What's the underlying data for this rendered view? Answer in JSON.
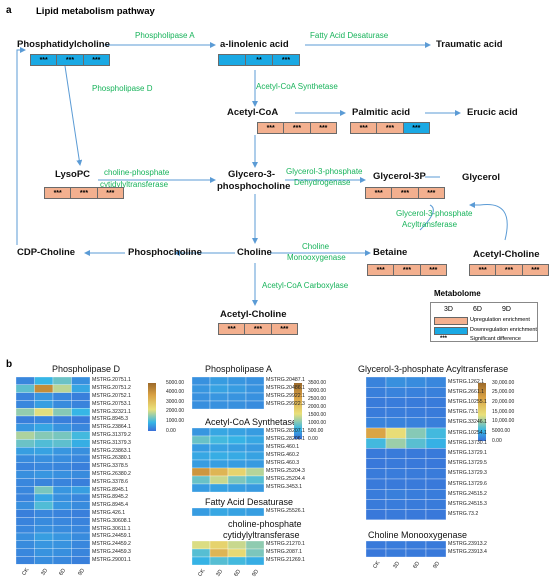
{
  "panel_a": {
    "label": "a",
    "title": "Lipid metabolism pathway",
    "nodes": {
      "phosphatidylcholine": "Phosphatidylcholine",
      "linolenic": "a-linolenic acid",
      "traumatic": "Traumatic acid",
      "acetylcoa": "Acetyl-CoA",
      "palmitic": "Palmitic acid",
      "erucic": "Erucic acid",
      "lysopc": "LysoPC",
      "glycero3pc_1": "Glycero-3-",
      "glycero3pc_2": "phosphocholine",
      "glycerol3p": "Glycerol-3P",
      "glycerol": "Glycerol",
      "cdpcholine": "CDP-Choline",
      "phosphocholine": "Phosphocholine",
      "choline": "Choline",
      "betaine": "Betaine",
      "acetylcholine_right": "Acetyl-Choline",
      "acetylcholine_bottom": "Acetyl-Choline"
    },
    "enzymes": {
      "phospholipase_a": "Phospholipase A",
      "fatty_acid_desaturase": "Fatty Acid Desaturase",
      "acetylcoa_synthetase": "Acetyl-CoA Synthetase",
      "phospholipase_d": "Phospholipase D",
      "cpct_1": "choline-phosphate",
      "cpct_2": "cytidylyltransferase",
      "g3pd_1": "Glycerol-3-phosphate",
      "g3pd_2": "Dehydrogenase",
      "g3pat_1": "Glycerol-3-phosphate",
      "g3pat_2": "Acyltransferase",
      "choline_mono_1": "Choline",
      "choline_mono_2": "Monooxygenase",
      "acetylcoa_carboxylase": "Acetyl-CoA Carboxylase"
    },
    "strips": {
      "phosphatidylcholine": [
        {
          "type": "down",
          "text": "***"
        },
        {
          "type": "down",
          "text": "***"
        },
        {
          "type": "down",
          "text": "***"
        }
      ],
      "linolenic": [
        {
          "type": "down",
          "text": ""
        },
        {
          "type": "down",
          "text": "**"
        },
        {
          "type": "down",
          "text": "***"
        }
      ],
      "acetylcoa": [
        {
          "type": "up",
          "text": "***"
        },
        {
          "type": "up",
          "text": "***"
        },
        {
          "type": "up",
          "text": "***"
        }
      ],
      "palmitic": [
        {
          "type": "up",
          "text": "***"
        },
        {
          "type": "up",
          "text": "***"
        },
        {
          "type": "down",
          "text": "***"
        }
      ],
      "lysopc": [
        {
          "type": "up",
          "text": "***"
        },
        {
          "type": "up",
          "text": "***"
        },
        {
          "type": "up",
          "text": "***"
        }
      ],
      "glycerol3p": [
        {
          "type": "up",
          "text": "***"
        },
        {
          "type": "up",
          "text": "***"
        },
        {
          "type": "up",
          "text": "***"
        }
      ],
      "betaine": [
        {
          "type": "up",
          "text": "***"
        },
        {
          "type": "up",
          "text": "***"
        },
        {
          "type": "up",
          "text": "***"
        }
      ],
      "acetylcholine_right": [
        {
          "type": "up",
          "text": "***"
        },
        {
          "type": "up",
          "text": "***"
        },
        {
          "type": "up",
          "text": "***"
        }
      ],
      "acetylcholine_bottom": [
        {
          "type": "up",
          "text": "***"
        },
        {
          "type": "up",
          "text": "***"
        },
        {
          "type": "up",
          "text": "***"
        }
      ]
    },
    "legend": {
      "title": "Metabolome",
      "days": [
        "3D",
        "6D",
        "9D"
      ],
      "up": "Upregulation enrichment",
      "down": "Downregulation enrichment",
      "stars": "***",
      "sig": "Significant difference"
    },
    "colors": {
      "up": "#f3b08f",
      "down": "#1aa9e4",
      "enzyme": "#17b35a",
      "arrow": "#5b9bd5"
    }
  },
  "panel_b": {
    "label": "b",
    "x_labels": [
      "CK",
      "3D",
      "6D",
      "9D"
    ],
    "heatmaps": [
      {
        "title": "Phospholipase D",
        "genes": [
          "MSTRG.20751.1",
          "MSTRG.20751.2",
          "MSTRG.20752.1",
          "MSTRG.20753.1",
          "MSTRG.32321.1",
          "MSTRG.8945.3",
          "MSTRG.23864.1",
          "MSTRG.31379.2",
          "MSTRG.31379.3",
          "MSTRG.23863.1",
          "MSTRG.26380.1",
          "MSTRG.3378.5",
          "MSTRG.26380.2",
          "MSTRG.3378.6",
          "MSTRG.8945.1",
          "MSTRG.8945.2",
          "MSTRG.8945.4",
          "MSTRG.426.1",
          "MSTRG.30608.1",
          "MSTRG.30611.1",
          "MSTRG.24459.1",
          "MSTRG.24459.2",
          "MSTRG.24459.3",
          "MSTRG.29001.1"
        ],
        "values": [
          [
            300,
            900,
            1300,
            400
          ],
          [
            1200,
            4200,
            1900,
            700
          ],
          [
            250,
            500,
            300,
            200
          ],
          [
            300,
            600,
            350,
            250
          ],
          [
            1600,
            2200,
            1500,
            900
          ],
          [
            200,
            250,
            200,
            150
          ],
          [
            500,
            700,
            450,
            300
          ],
          [
            1800,
            1500,
            1400,
            1000
          ],
          [
            1300,
            1100,
            1200,
            800
          ],
          [
            600,
            650,
            500,
            400
          ],
          [
            350,
            400,
            380,
            300
          ],
          [
            250,
            300,
            280,
            200
          ],
          [
            400,
            500,
            420,
            350
          ],
          [
            300,
            280,
            260,
            200
          ],
          [
            300,
            1400,
            500,
            600
          ],
          [
            250,
            700,
            400,
            300
          ],
          [
            400,
            1100,
            500,
            350
          ],
          [
            200,
            300,
            250,
            200
          ],
          [
            250,
            350,
            300,
            250
          ],
          [
            300,
            400,
            350,
            300
          ],
          [
            400,
            600,
            500,
            350
          ],
          [
            350,
            500,
            450,
            300
          ],
          [
            300,
            450,
            400,
            280
          ],
          [
            250,
            380,
            320,
            220
          ]
        ],
        "colorbar_ticks": [
          "5000.00",
          "4000.00",
          "3000.00",
          "2000.00",
          "1000.00",
          "0.00"
        ],
        "vmax": 5000
      },
      {
        "title": "Phospholipase A",
        "genes": [
          "MSTRG.20487.1",
          "MSTRG.20486.1",
          "MSTRG.29922.1",
          "MSTRG.29922.3"
        ],
        "values": [
          [
            300,
            400,
            350,
            300
          ],
          [
            350,
            450,
            400,
            320
          ],
          [
            300,
            350,
            330,
            300
          ],
          [
            280,
            300,
            290,
            260
          ]
        ],
        "colorbar_ticks": [
          "3500.00",
          "3000.00",
          "2500.00",
          "2000.00",
          "1500.00",
          "1000.00",
          "500.00",
          "0.00"
        ],
        "vmax": 3500
      },
      {
        "title": "Acetyl-CoA Synthetase",
        "genes": [
          "MSTRG.28207.1",
          "MSTRG.28206.1",
          "MSTRG.460.1",
          "MSTRG.460.2",
          "MSTRG.460.3",
          "MSTRG.25204.3",
          "MSTRG.25204.4",
          "MSTRG.3453.1"
        ],
        "values": [
          [
            350,
            500,
            450,
            400
          ],
          [
            900,
            700,
            600,
            500
          ],
          [
            400,
            450,
            420,
            380
          ],
          [
            500,
            550,
            520,
            450
          ],
          [
            400,
            420,
            400,
            380
          ],
          [
            2800,
            2300,
            1800,
            1300
          ],
          [
            900,
            1400,
            1000,
            800
          ],
          [
            400,
            450,
            420,
            380
          ]
        ],
        "colorbar_ticks": [],
        "vmax": 3500
      },
      {
        "title": "Fatty Acid Desaturase",
        "genes": [
          "MSTRG.25526.1"
        ],
        "values": [
          [
            400,
            500,
            450,
            420
          ]
        ],
        "colorbar_ticks": [],
        "vmax": 3500
      },
      {
        "title_1": "choline-phosphate",
        "title_2": "cytidylyltransferase",
        "genes": [
          "MSTRG.21270.1",
          "MSTRG.2087.1",
          "MSTRG.21269.1"
        ],
        "values": [
          [
            1500,
            1800,
            1400,
            1100
          ],
          [
            800,
            2300,
            1700,
            1000
          ],
          [
            600,
            800,
            700,
            550
          ]
        ],
        "colorbar_ticks": [],
        "vmax": 3500
      },
      {
        "title": "Glycerol-3-phosphate Acyltransferase",
        "genes": [
          "MSTRG.1262.1",
          "MSTRG.2661.1",
          "MSTRG.10255.1",
          "MSTRG.73.1",
          "MSTRG.33246.1",
          "MSTRG.10254.1",
          "MSTRG.13730.1",
          "MSTRG.13729.1",
          "MSTRG.13729.5",
          "MSTRG.13729.3",
          "MSTRG.13729.6",
          "MSTRG.24515.2",
          "MSTRG.24515.3",
          "MSTRG.73.2"
        ],
        "values": [
          [
            1500,
            2500,
            2200,
            1800
          ],
          [
            1200,
            1500,
            1400,
            1300
          ],
          [
            900,
            1000,
            950,
            900
          ],
          [
            1000,
            1100,
            1000,
            950
          ],
          [
            1600,
            1500,
            1400,
            1200
          ],
          [
            22000,
            14000,
            9000,
            6000
          ],
          [
            6000,
            10000,
            7000,
            5000
          ],
          [
            800,
            900,
            850,
            800
          ],
          [
            700,
            800,
            750,
            700
          ],
          [
            900,
            1000,
            950,
            900
          ],
          [
            800,
            850,
            820,
            780
          ],
          [
            1000,
            1200,
            1100,
            1000
          ],
          [
            900,
            1000,
            950,
            900
          ],
          [
            700,
            800,
            750,
            700
          ]
        ],
        "colorbar_ticks": [
          "30,000.00",
          "25,000.00",
          "20,000.00",
          "15,000.00",
          "10,000.00",
          "5000.00",
          "0.00"
        ],
        "vmax": 30000
      },
      {
        "title": "Choline Monooxygenase",
        "genes": [
          "MSTRG.23913.2",
          "MSTRG.23913.4"
        ],
        "values": [
          [
            800,
            1000,
            900,
            850
          ],
          [
            700,
            900,
            800,
            750
          ]
        ],
        "colorbar_ticks": [],
        "vmax": 30000
      }
    ]
  }
}
